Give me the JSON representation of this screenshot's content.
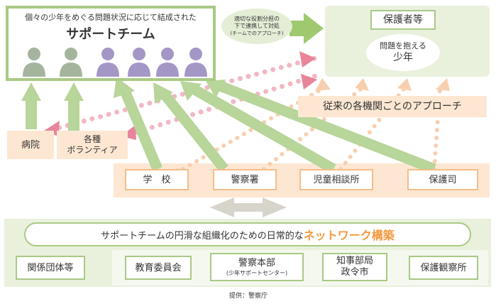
{
  "support_team": {
    "subtitle": "個々の少年をめぐる問題状況に応じて結成された",
    "title": "サポートチーム"
  },
  "bubble": {
    "line1": "適切な役割分担の",
    "line2": "下で連携して対処",
    "line3": "(チームでのアプローチ)"
  },
  "guardian": {
    "title": "保護者等",
    "youth_line1": "問題を抱える",
    "youth_line2": "少年"
  },
  "conventional_label": "従来の各機関ごとのアプローチ",
  "left_boxes": {
    "hospital": "病院",
    "volunteer_line1": "各種",
    "volunteer_line2": "ボランティア"
  },
  "agencies": [
    "学　校",
    "警察署",
    "児童相談所",
    "保護司"
  ],
  "network": {
    "prefix": "サポートチームの円滑な組織化のための日常的な",
    "highlight": "ネットワーク構築",
    "highlight_color": "#f39a3f"
  },
  "bottom": {
    "related": "関係団体等",
    "education": "教育委員会",
    "police_hq": "警察本部",
    "police_hq_sub": "(少年サポートセンター)",
    "gov_line1": "知事部局",
    "gov_line2": "政令市",
    "probation": "保護観察所"
  },
  "credit": "提供：警察庁",
  "colors": {
    "green_border": "#a9c985",
    "green_bg": "#e9f1dd",
    "peach_bg": "#fde7d2",
    "pink_arrow": "#e8859a",
    "avatar_green": "#a5b49c",
    "avatar_purple": "#a497c6"
  }
}
